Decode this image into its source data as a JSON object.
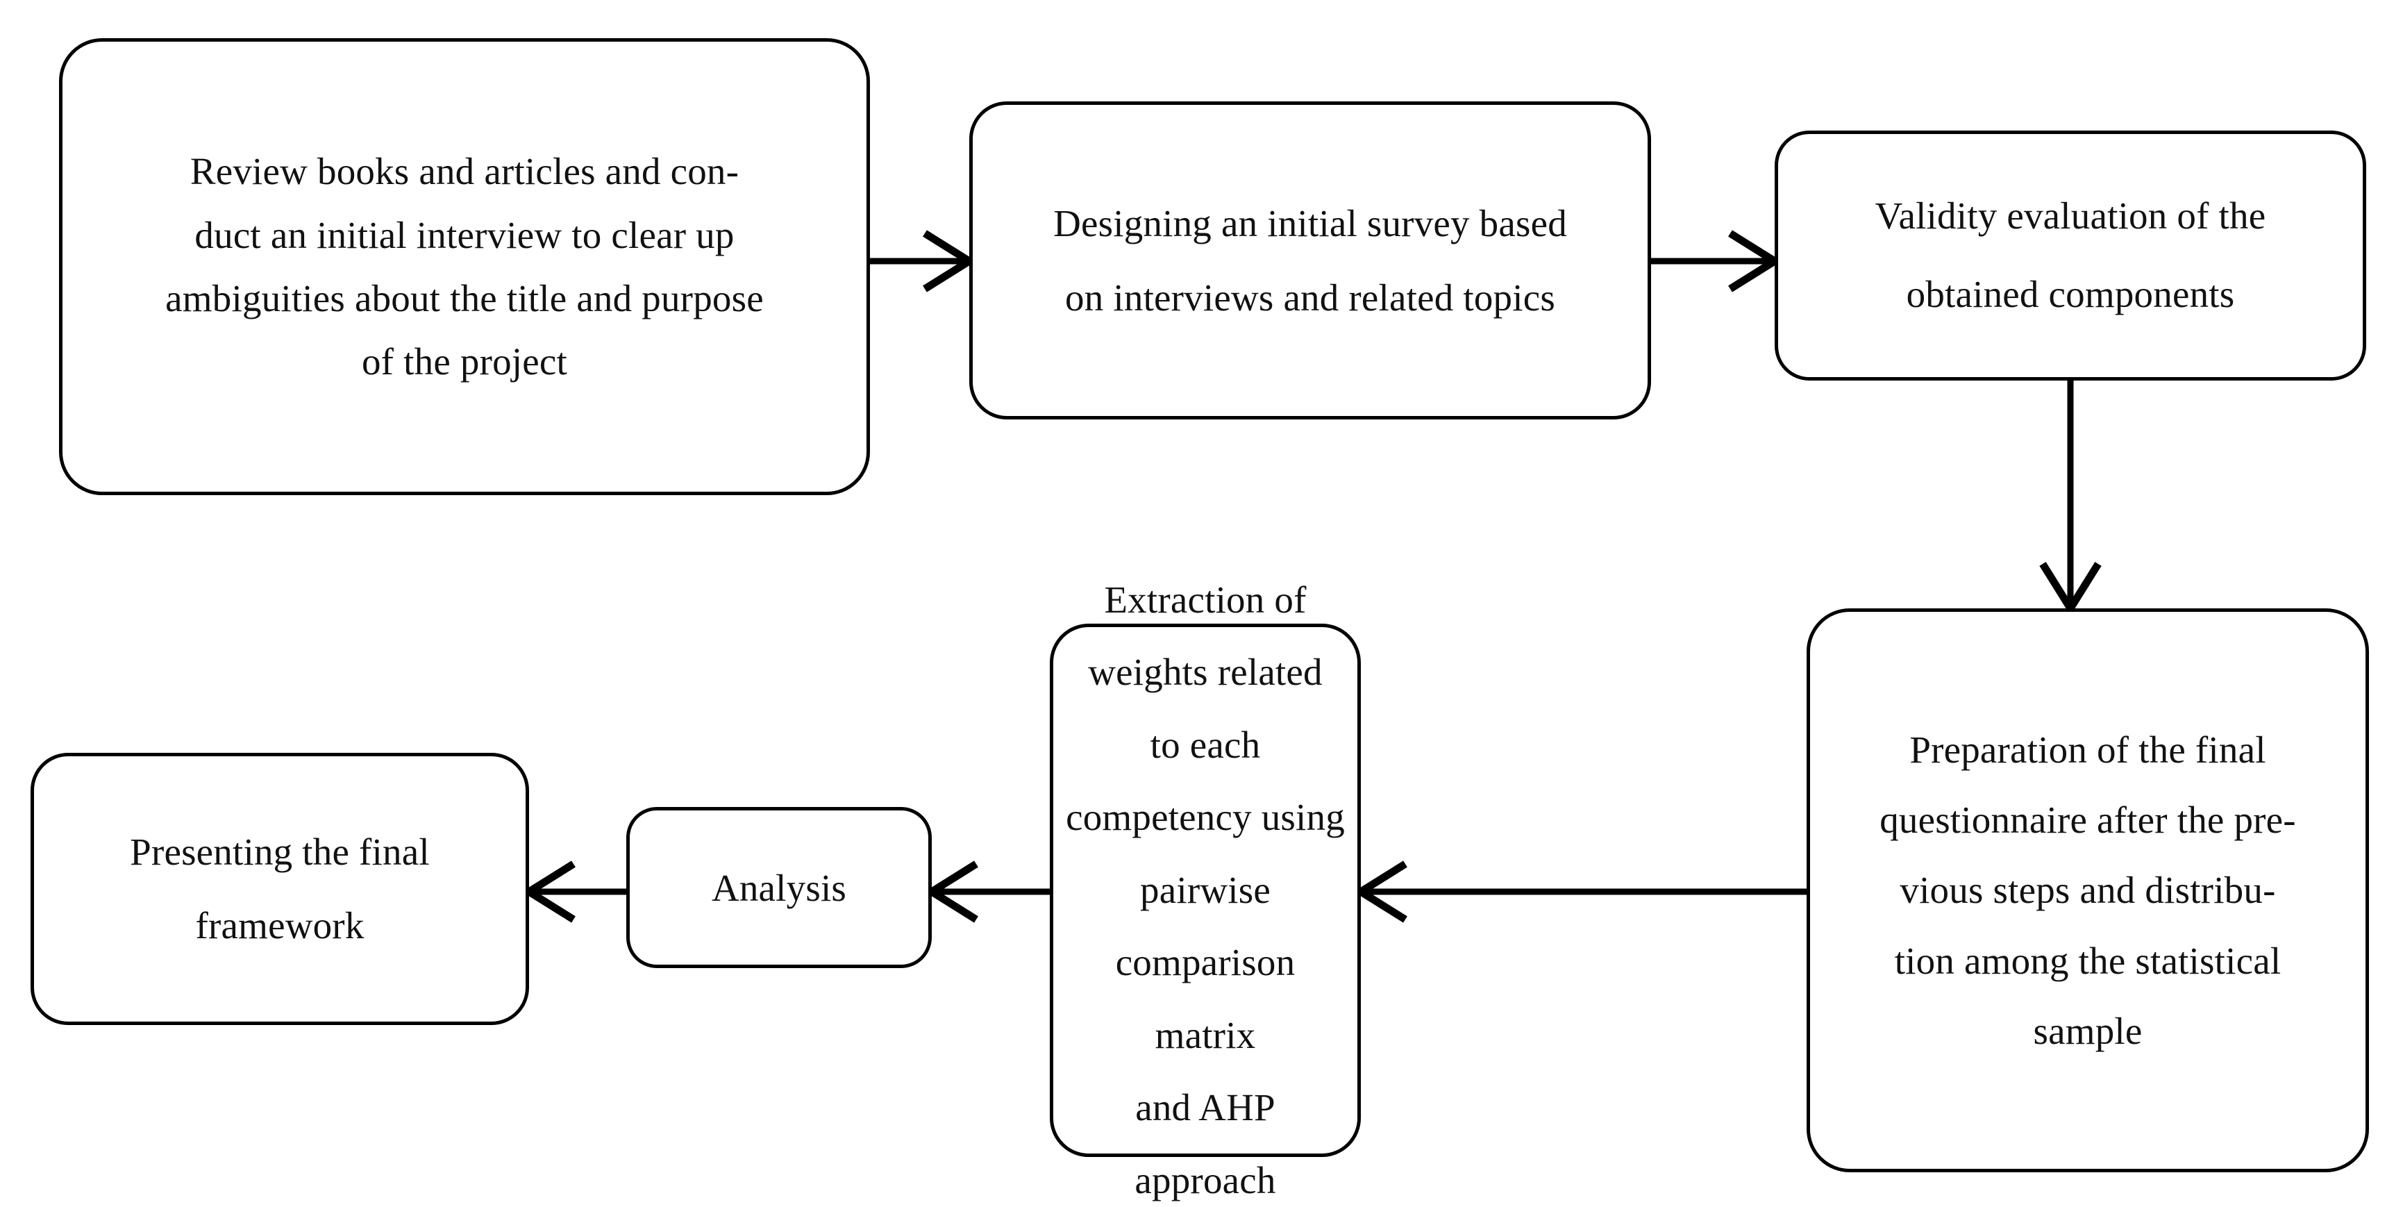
{
  "diagram": {
    "type": "flowchart",
    "title": "Research methodology process flowchart",
    "orientation": "serpentine: left-to-right top row, right-to-left bottom row",
    "background_color": "#ffffff",
    "stroke_color": "#000000",
    "text_color": "#111111",
    "nodes": [
      {
        "id": "review",
        "order": 1,
        "shape": "rounded-rectangle",
        "label": "Review books and articles and con-\nduct an initial interview to clear up\nambiguities about the title and purpose\nof the project"
      },
      {
        "id": "design",
        "order": 2,
        "shape": "rounded-rectangle",
        "label": "Designing an initial survey based\non interviews and related topics"
      },
      {
        "id": "validity",
        "order": 3,
        "shape": "rounded-rectangle",
        "label": "Validity evaluation of the\nobtained components"
      },
      {
        "id": "prepare",
        "order": 4,
        "shape": "rounded-rectangle",
        "label": "Preparation of the final\nquestionnaire after the pre-\nvious steps and distribu-\ntion among the statistical\nsample"
      },
      {
        "id": "extract",
        "order": 5,
        "shape": "rounded-rectangle",
        "label": "Extraction of weights related\nto each competency using\npairwise comparison matrix\nand AHP approach"
      },
      {
        "id": "analysis",
        "order": 6,
        "shape": "rounded-rectangle",
        "label": "Analysis"
      },
      {
        "id": "present",
        "order": 7,
        "shape": "rounded-rectangle",
        "label": "Presenting the final\nframework"
      }
    ],
    "edges": [
      {
        "id": "review-to-design",
        "from": "review",
        "to": "design",
        "direction": "right",
        "arrowhead": "open-v"
      },
      {
        "id": "design-to-validity",
        "from": "design",
        "to": "validity",
        "direction": "right",
        "arrowhead": "open-v"
      },
      {
        "id": "validity-to-prepare",
        "from": "validity",
        "to": "prepare",
        "direction": "down",
        "arrowhead": "open-v"
      },
      {
        "id": "prepare-to-extract",
        "from": "prepare",
        "to": "extract",
        "direction": "left",
        "arrowhead": "open-v"
      },
      {
        "id": "extract-to-analysis",
        "from": "extract",
        "to": "analysis",
        "direction": "left",
        "arrowhead": "open-v"
      },
      {
        "id": "analysis-to-present",
        "from": "analysis",
        "to": "present",
        "direction": "left",
        "arrowhead": "open-v"
      }
    ]
  }
}
